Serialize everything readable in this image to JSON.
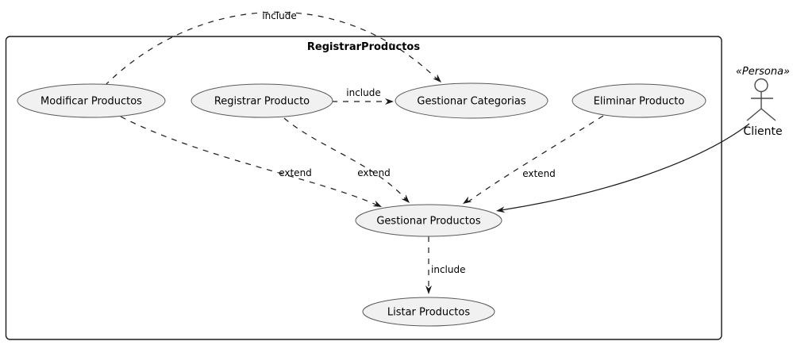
{
  "diagram": {
    "type": "uml-use-case",
    "title": "RegistrarProductos",
    "usecases": [
      {
        "label": "Modificar Productos"
      },
      {
        "label": "Registrar Producto"
      },
      {
        "label": "Gestionar Categorias"
      },
      {
        "label": "Eliminar Producto"
      },
      {
        "label": "Gestionar Productos"
      },
      {
        "label": "Listar Productos"
      }
    ],
    "actor": {
      "stereotype": "«Persona»",
      "name": "Cliente"
    },
    "edges": [
      {
        "from": "Modificar Productos",
        "to": "Gestionar Categorias",
        "label": "include",
        "style": "dashed"
      },
      {
        "from": "Registrar Producto",
        "to": "Gestionar Categorias",
        "label": "include",
        "style": "dashed"
      },
      {
        "from": "Modificar Productos",
        "to": "Gestionar Productos",
        "label": "extend",
        "style": "dashed"
      },
      {
        "from": "Registrar Producto",
        "to": "Gestionar Productos",
        "label": "extend",
        "style": "dashed"
      },
      {
        "from": "Eliminar Producto",
        "to": "Gestionar Productos",
        "label": "extend",
        "style": "dashed"
      },
      {
        "from": "Cliente",
        "to": "Gestionar Productos",
        "label": "",
        "style": "solid"
      },
      {
        "from": "Gestionar Productos",
        "to": "Listar Productos",
        "label": "include",
        "style": "dashed"
      }
    ],
    "colors": {
      "background": "#ffffff",
      "usecase_fill": "#f1f1f1",
      "usecase_border": "#5a5a5a",
      "line": "#1a1a1a",
      "text": "#000000"
    }
  }
}
